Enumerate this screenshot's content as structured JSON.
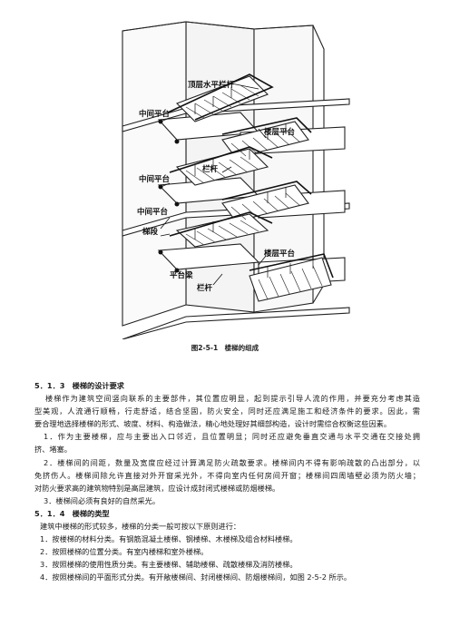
{
  "figure": {
    "labels": {
      "top_rail": "顶层水平栏杆",
      "mid_landing_1": "中间平台",
      "floor_landing_1": "楼层平台",
      "mid_landing_2": "中间平台",
      "railing": "栏杆",
      "mid_landing_3": "中间平台",
      "stair_flight": "梯段",
      "floor_landing_2": "楼层平台",
      "landing_beam": "平台梁",
      "baluster": "栏杆"
    },
    "caption": "图2-5-1　楼梯的组成"
  },
  "section_513": {
    "heading": "5．1．3　楼梯的设计要求",
    "para_lines": [
      "楼梯作为建筑空间竖向联系的主要部件，其位置应明显，起到提示引导人流的作用，并要充分考虑其造",
      "型美观，人流通行顺畅，行走舒适，结合坚固，防火安全，同时还应满足施工和经济条件的要求。因此，需",
      "要合理地选择楼梯的形式、坡度、材料、构造做法，精心地处理好其细部构造，设计时需综合权衡这些因素。"
    ],
    "item1_lines": [
      "1．作为主要楼梯，应与主要出入口邻近，且位置明显；同时还应避免垂直交通与水平交通在交接处拥",
      "挤、堵塞。"
    ],
    "item2_lines": [
      "2．楼梯间的间距，数量及宽度应经过计算满足防火疏散要求。楼梯间内不得有影响疏散的凸出部分，以",
      "免挤伤人。楼梯间除允许直接对外开窗采光外，不得向室内任何房间开窗；楼梯间四周墙壁必须为防火墙；",
      "对防火要求高的建筑物特别是高层建筑，应设计成封闭式楼梯或防烟楼梯。"
    ],
    "item3": "3．楼梯间必须有良好的自然采光。"
  },
  "section_514": {
    "heading": "5．1．4　楼梯的类型",
    "intro": "建筑中楼梯的形式较多，楼梯的分类一般可按以下原则进行：",
    "items": [
      "1．按楼梯的材料分类。有钢筋混凝土楼梯、钢楼梯、木楼梯及组合材料楼梯。",
      "2．按照楼梯的位置分类。有室内楼梯和室外楼梯。",
      "3．按照楼梯的使用性质分类。有主要楼梯、辅助楼梯、疏散楼梯及消防楼梯。",
      "4．按照楼梯间的平面形式分类。有开敞楼梯间、封闭楼梯间、防烟楼梯间，如图 2-5-2 所示。"
    ]
  }
}
